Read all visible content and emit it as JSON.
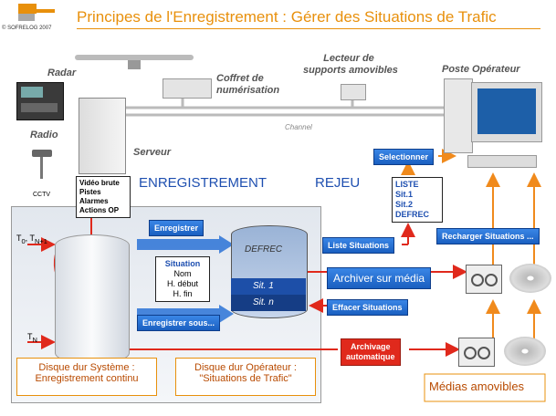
{
  "header": {
    "title": "Principes de l'Enregistrement : Gérer des Situations de Trafic",
    "copyright": "© SOFRELOG 2007"
  },
  "devices": {
    "radar": "Radar",
    "radio": "Radio",
    "cctv": "CCTV",
    "serveur": "Serveur",
    "coffret": [
      "Coffret de",
      "numérisation"
    ],
    "lecteur": [
      "Lecteur de",
      "supports amovibles"
    ],
    "poste": "Poste Opérateur",
    "canal": "Channel"
  },
  "server_inputs": [
    "Vidéo brute",
    "Pistes",
    "Alarmes",
    "Actions OP"
  ],
  "sections": {
    "enregistrement": "ENREGISTREMENT",
    "rejeu": "REJEU"
  },
  "liste": [
    "LISTE",
    "Sit.1",
    "Sit.2",
    "DEFREC"
  ],
  "buttons": {
    "selectionner": "Selectionner",
    "enregistrer": "Enregistrer",
    "liste_situations": "Liste Situations",
    "recharger": "Recharger Situations ...",
    "archiver": "Archiver sur média",
    "effacer": "Effacer Situations",
    "enregistrer_sous": "Enregistrer sous...",
    "archivage": [
      "Archivage",
      "automatique"
    ]
  },
  "situation": {
    "title": "Situation",
    "fields": [
      "Nom",
      "H. début",
      "H. fin"
    ]
  },
  "disk": {
    "defrec": "DEFREC",
    "sit1": "Sit. 1",
    "sitn": "Sit. n"
  },
  "time": {
    "t0": "T",
    "t0_sub": "0",
    "tn1": "T",
    "tn1_sub": "N+1",
    "tn": "T",
    "tn_sub": "N"
  },
  "disque_sys": [
    "Disque dur Système :",
    "Enregistrement continu"
  ],
  "disque_op": [
    "Disque dur Opérateur :",
    "\"Situations de Trafic\""
  ],
  "medias": "Médias amovibles",
  "colors": {
    "accent": "#e8900c",
    "blue": "#1e4fb0",
    "button": "#2a72d6",
    "arrow_orange": "#f08a1c",
    "arrow_red": "#e0291c"
  }
}
